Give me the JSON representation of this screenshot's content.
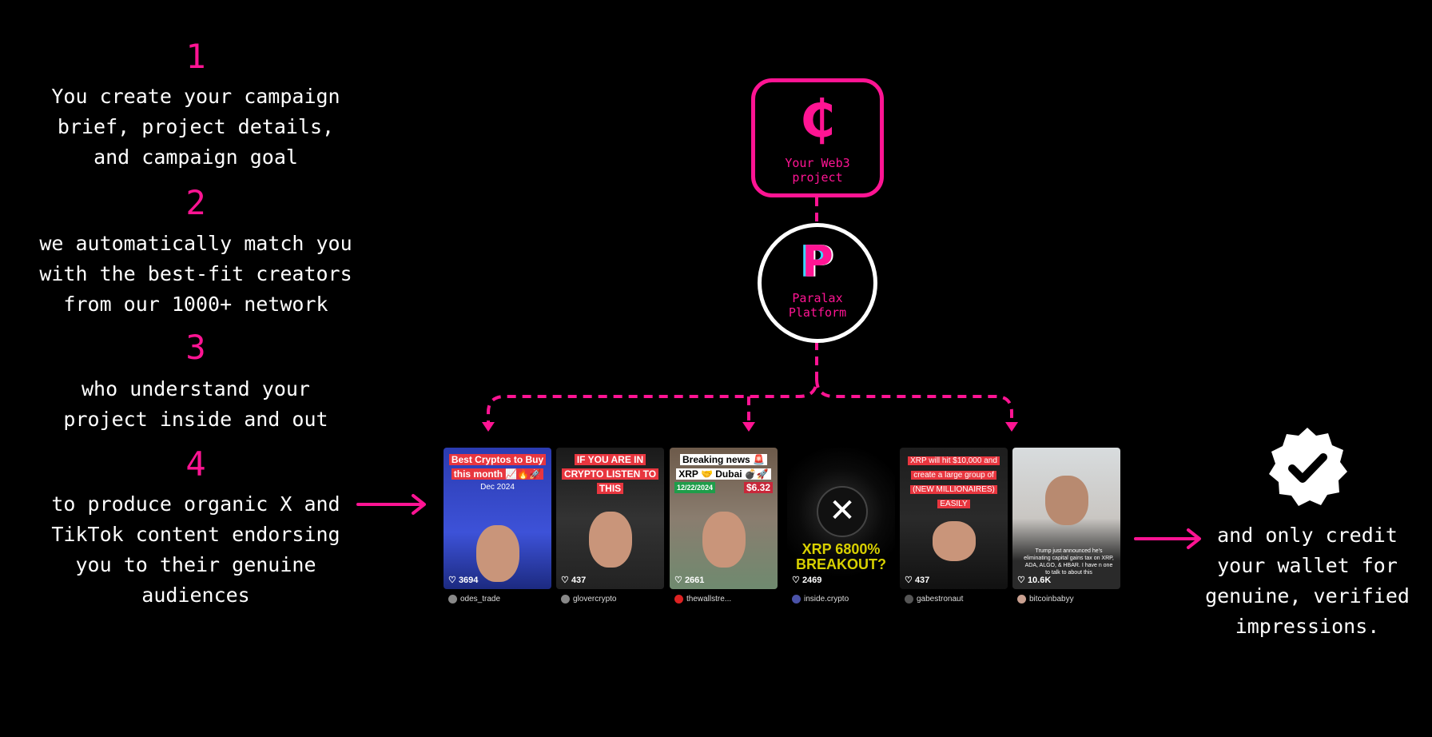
{
  "steps": [
    {
      "number": "1",
      "text": "You create your campaign\nbrief, project details,\nand campaign goal"
    },
    {
      "number": "2",
      "text": "we automatically match you\nwith the best-fit creators\nfrom our 1000+ network"
    },
    {
      "number": "3",
      "text": "who understand your\nproject inside and out"
    },
    {
      "number": "4",
      "text": "to produce organic X and\nTikTok content endorsing\nyou to their genuine\naudiences"
    }
  ],
  "project_node": {
    "icon": "cent-coin-icon",
    "glyph": "₵",
    "label": "Your Web3\nproject"
  },
  "platform_node": {
    "icon": "paralax-logo",
    "glyph": "P",
    "label": "Paralax\nPlatform"
  },
  "cards": [
    {
      "caption": "Best Cryptos to Buy this month 📈🔥🚀",
      "sub": "Dec 2024",
      "likes": "3694",
      "user": "odes_trade"
    },
    {
      "caption": "IF YOU ARE IN CRYPTO LISTEN TO THIS",
      "likes": "437",
      "user": "glovercrypto"
    },
    {
      "caption": "Breaking news 🚨",
      "sub": "XRP 🤝 Dubai 💣🚀",
      "date": "12/22/2024",
      "price": "$6.32",
      "likes": "2661",
      "user": "thewallstre..."
    },
    {
      "caption": "XRP 6800% BREAKOUT?",
      "likes": "2469",
      "user": "inside.crypto"
    },
    {
      "caption": "XRP will hit $10,000 and create a large group of (NEW MILLIONAIRES) EASILY",
      "likes": "437",
      "user": "gabestronaut"
    },
    {
      "caption": "Trump just announced he's eliminating capital gains tax on XRP, ADA, ALGO, & HBAR. I have n one to talk to about this",
      "likes": "10.6K",
      "user": "bitcoinbabyy"
    }
  ],
  "result": {
    "text": "and only credit\nyour wallet for\ngenuine, verified\nimpressions.",
    "icon": "verified-badge-icon"
  },
  "colors": {
    "accent": "#ff1493",
    "background": "#000000"
  }
}
